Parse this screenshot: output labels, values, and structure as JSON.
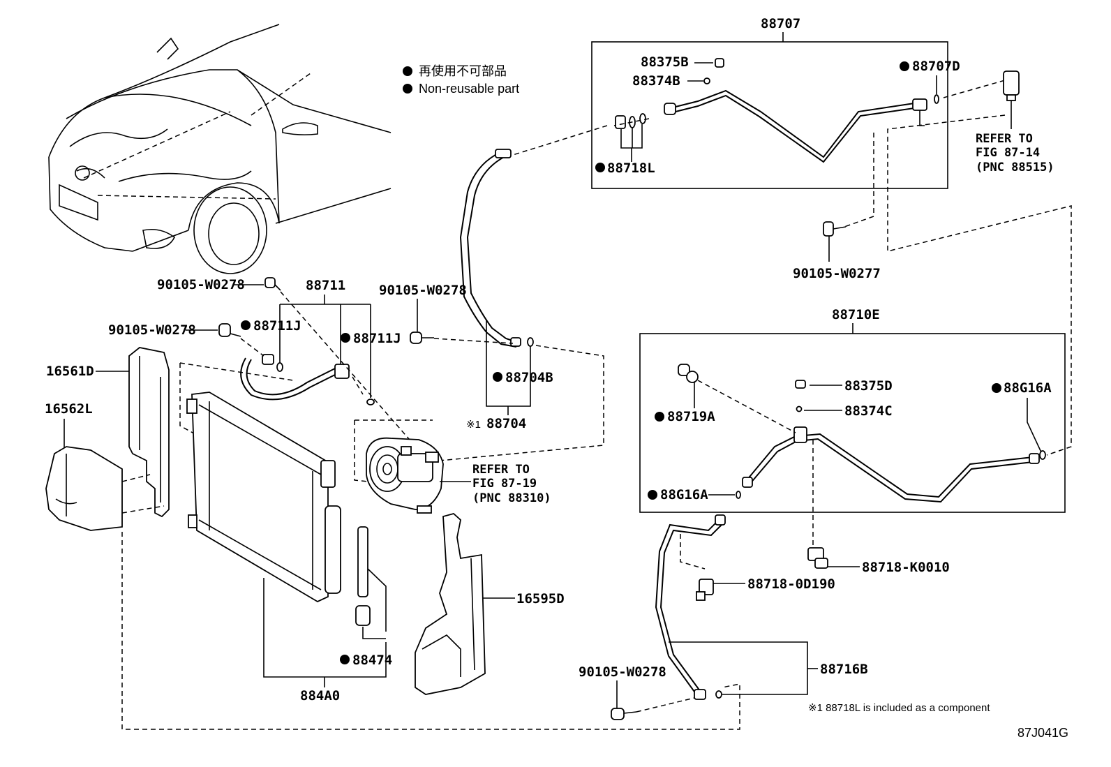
{
  "legend": {
    "bullet_glyph": "●",
    "line1": "再使用不可部品",
    "line2": "Non-reusable part"
  },
  "labels": {
    "p88707": "88707",
    "p88375B": "88375B",
    "p88374B": "88374B",
    "p88707D": "88707D",
    "p88718L": "88718L",
    "p90105_W0277": "90105-W0277",
    "refer_fig_87_14_line1": "REFER TO",
    "refer_fig_87_14_line2": "FIG 87-14",
    "refer_fig_87_14_line3": "(PNC 88515)",
    "p90105_W0278_a": "90105-W0278",
    "p88711": "88711",
    "p90105_W0278_b": "90105-W0278",
    "p90105_W0278_c": "90105-W0278",
    "p88711J_a": "88711J",
    "p88711J_b": "88711J",
    "p16561D": "16561D",
    "p16562L": "16562L",
    "p88704B": "88704B",
    "p88704": "88704",
    "p88704_mark": "※1",
    "refer_fig_87_19_line1": "REFER TO",
    "refer_fig_87_19_line2": "FIG 87-19",
    "refer_fig_87_19_line3": "(PNC 88310)",
    "p88710E": "88710E",
    "p88375D": "88375D",
    "p88374C": "88374C",
    "p88G16A_a": "88G16A",
    "p88719A": "88719A",
    "p88G16A_b": "88G16A",
    "p88718_K0010": "88718-K0010",
    "p88718_0D190": "88718-0D190",
    "p16595D": "16595D",
    "p88474": "88474",
    "p884A0": "884A0",
    "p90105_W0278_d": "90105-W0278",
    "p88716B": "88716B",
    "footnote": "※1 88718L is included as a component",
    "figure_id": "87J041G"
  }
}
